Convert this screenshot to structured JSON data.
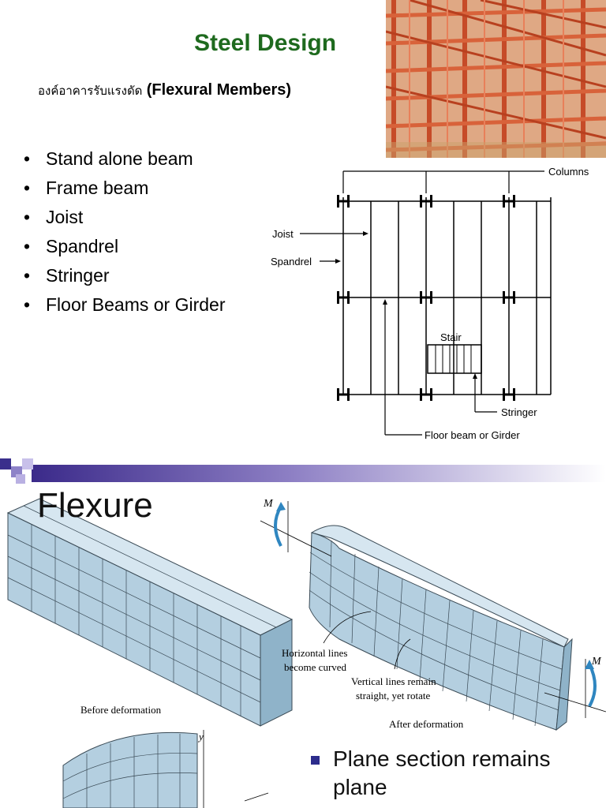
{
  "slide1": {
    "title": "Steel Design",
    "subtitle_thai": "องค์อาคารรับแรงดัด",
    "subtitle_en": "(Flexural Members)",
    "bullets": [
      "Stand alone beam",
      "Frame beam",
      "Joist",
      "Spandrel",
      "Stringer",
      "Floor Beams or Girder"
    ],
    "diagram": {
      "labels": {
        "columns": "Columns",
        "joist": "Joist",
        "spandrel": "Spandrel",
        "stair": "Stair",
        "stringer": "Stringer",
        "floor_beam": "Floor beam or Girder"
      }
    }
  },
  "slide2": {
    "title": "Flexure",
    "figure": {
      "moment_label": "M",
      "horizontal_lines": "Horizontal lines become curved",
      "horizontal_lines_1": "Horizontal lines",
      "horizontal_lines_2": "become curved",
      "vertical_lines_1": "Vertical lines remain",
      "vertical_lines_2": "straight, yet rotate",
      "before": "Before deformation",
      "after": "After deformation",
      "y_axis": "y"
    },
    "bullet": "Plane section remains plane"
  },
  "colors": {
    "title_green": "#1e6a1e",
    "steel_orange": "#c9552f",
    "beam_blue": "#a9c6d8",
    "bullet_navy": "#2c2c8c"
  }
}
